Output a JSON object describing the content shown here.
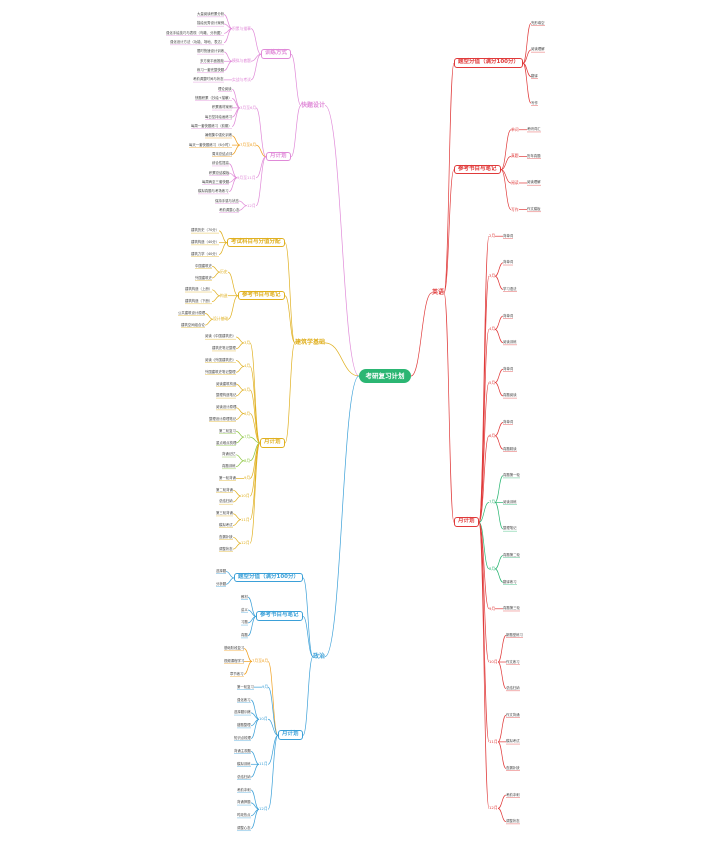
{
  "root": "考研复习计划",
  "branches": [
    {
      "id": "sub1",
      "label": "快题设计",
      "color": "#e08ad8",
      "groups": [
        {
          "label": "训练方式",
          "boxed": true,
          "subs": [
            {
              "label": "积累与描摹",
              "leaves": [
                "大量阅读积累分析",
                "描绘优秀设计案例",
                "强化手绘技巧与表现（鸟瞰、分析图）",
                "强化设计方法（功能、场地、表达）"
              ]
            },
            {
              "label": "模拟与套题",
              "leaves": [
                "限时快速设计训练",
                "多方案平面推敲",
                "练习一套完整快题"
              ]
            },
            {
              "label": "实战与考试",
              "leaves": [
                "考前调整时间与状态"
              ]
            }
          ]
        },
        {
          "label": "月计划",
          "boxed": true,
          "subs": [
            {
              "label": "3月至6月",
              "leaves": [
                "理论阅读",
                "快题积累（抄绘+描摹）",
                "积累素材案例",
                "每日坚持绘画练习",
                "每周一套快题练习（前期）"
              ]
            },
            {
              "label": "7月至8月",
              "color": "#f0a020",
              "leaves": [
                "暑假集中强化训练",
                "每天一套快题练习（6小时）",
                "周末总结点评"
              ]
            },
            {
              "label": "9月至11月",
              "leaves": [
                "综合性提高",
                "积累总结模板",
                "每周两至三套快题",
                "模拟真题与考场练习"
              ]
            },
            {
              "label": "12月",
              "leaves": [
                "保持手感与状态",
                "考前调整心态"
              ]
            }
          ]
        }
      ]
    },
    {
      "id": "sub2",
      "label": "建筑学基础",
      "color": "#e0b020",
      "groups": [
        {
          "label": "考试科目与分值分配",
          "boxed": true,
          "subs": [
            {
              "label": "",
              "leaves": [
                "建筑历史（70分）",
                "建筑构造（40分）",
                "建筑力学（40分）"
              ]
            }
          ]
        },
        {
          "label": "参考书目与笔记",
          "boxed": true,
          "subs": [
            {
              "label": "历史",
              "leaves": [
                "中国建筑史",
                "外国建筑史"
              ]
            },
            {
              "label": "构造",
              "leaves": [
                "建筑构造（上册）",
                "建筑构造（下册）"
              ]
            },
            {
              "label": "设计基础",
              "leaves": [
                "公共建筑设计原理",
                "建筑空间组合论"
              ]
            }
          ]
        },
        {
          "label": "月计划",
          "boxed": true,
          "subs": [
            {
              "label": "3月",
              "leaves": [
                "阅读《中国建筑史》",
                "建筑史笔记整理"
              ]
            },
            {
              "label": "4月",
              "leaves": [
                "阅读《外国建筑史》",
                "外国建筑史笔记整理"
              ]
            },
            {
              "label": "5月",
              "leaves": [
                "阅读建筑构造",
                "整理构造笔记"
              ]
            },
            {
              "label": "6月",
              "leaves": [
                "阅读设计原理",
                "整理设计原理笔记"
              ]
            },
            {
              "label": "7月",
              "color": "#8cc63f",
              "leaves": [
                "第二轮复习",
                "重点难点梳理"
              ]
            },
            {
              "label": "8月",
              "color": "#8cc63f",
              "leaves": [
                "背诵记忆",
                "真题训练"
              ]
            },
            {
              "label": "9月",
              "leaves": [
                "第一轮背诵"
              ]
            },
            {
              "label": "10月",
              "leaves": [
                "第二轮背诵",
                "总结归纳"
              ]
            },
            {
              "label": "11月",
              "leaves": [
                "第三轮背诵",
                "模拟考试"
              ]
            },
            {
              "label": "12月",
              "leaves": [
                "查漏补缺",
                "调整状态"
              ]
            }
          ]
        }
      ]
    },
    {
      "id": "sub3",
      "label": "政治",
      "color": "#3ba0d8",
      "groups": [
        {
          "label": "题型分值（满分100分）",
          "boxed": true,
          "subs": [
            {
              "label": "",
              "leaves": [
                "选择题",
                "分析题"
              ]
            }
          ]
        },
        {
          "label": "参考书目与笔记",
          "boxed": true,
          "subs": [
            {
              "label": "",
              "leaves": [
                "教材",
                "讲义",
                "习题",
                "真题"
              ]
            }
          ]
        },
        {
          "label": "月计划",
          "boxed": true,
          "subs": [
            {
              "label": "7月至8月",
              "color": "#f0a020",
              "leaves": [
                "基础阶段复习",
                "视频课程学习",
                "章节练习"
              ]
            },
            {
              "label": "9月",
              "leaves": [
                "第一轮复习"
              ]
            },
            {
              "label": "10月",
              "leaves": [
                "强化练习",
                "选择题训练",
                "错题整理",
                "知识点梳理"
              ]
            },
            {
              "label": "11月",
              "leaves": [
                "背诵主观题",
                "模拟训练",
                "总结归纳"
              ]
            },
            {
              "label": "12月",
              "leaves": [
                "考前冲刺",
                "背诵押题",
                "时政热点",
                "调整心态"
              ]
            }
          ]
        }
      ]
    },
    {
      "id": "sub4",
      "label": "英语",
      "color": "#e03a3a",
      "groups": [
        {
          "label": "题型分值（满分100分）",
          "boxed": true,
          "subs": [
            {
              "label": "",
              "leaves": [
                "完形填空",
                "阅读理解",
                "翻译",
                "写作"
              ]
            }
          ]
        },
        {
          "label": "参考书目与笔记",
          "boxed": true,
          "subs": [
            {
              "label": "单词",
              "leaves": [
                "考研词汇"
              ]
            },
            {
              "label": "真题",
              "leaves": [
                "历年真题"
              ]
            },
            {
              "label": "阅读",
              "leaves": [
                "阅读理解"
              ]
            },
            {
              "label": "写作",
              "leaves": [
                "作文模板"
              ]
            }
          ]
        },
        {
          "label": "月计划",
          "boxed": true,
          "subs": [
            {
              "label": "2月",
              "leaves": [
                "背单词"
              ]
            },
            {
              "label": "3月",
              "leaves": [
                "背单词",
                "学习语法"
              ]
            },
            {
              "label": "4月",
              "leaves": [
                "背单词",
                "阅读训练"
              ]
            },
            {
              "label": "5月",
              "leaves": [
                "背单词",
                "真题阅读"
              ]
            },
            {
              "label": "6月",
              "leaves": [
                "背单词",
                "真题精读"
              ]
            },
            {
              "label": "7月",
              "color": "#2bb673",
              "leaves": [
                "真题第一轮",
                "阅读训练",
                "整理笔记"
              ]
            },
            {
              "label": "8月",
              "color": "#2bb673",
              "leaves": [
                "真题第二轮",
                "翻译练习"
              ]
            },
            {
              "label": "9月",
              "leaves": [
                "真题第三轮"
              ]
            },
            {
              "label": "10月",
              "leaves": [
                "新题型练习",
                "作文练习",
                "总结归纳"
              ]
            },
            {
              "label": "11月",
              "leaves": [
                "作文背诵",
                "模拟考试",
                "查漏补缺"
              ]
            },
            {
              "label": "12月",
              "leaves": [
                "考前冲刺",
                "调整状态"
              ]
            }
          ]
        }
      ]
    }
  ]
}
